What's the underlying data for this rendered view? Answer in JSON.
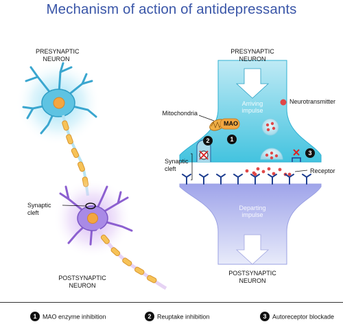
{
  "title": "Mechanism of action of antidepressants",
  "left": {
    "presynaptic": "PRESYNAPTIC\nNEURON",
    "synaptic_cleft": "Synaptic\ncleft",
    "postsynaptic": "POSTSYNAPTIC\nNEURON"
  },
  "right": {
    "presynaptic": "PRESYNAPTIC\nNEURON",
    "arriving": "Arriving\nimpulse",
    "neurotransmitter": "Neurotransmitter",
    "mitochondria": "Mitochondria",
    "mao": "MAO",
    "synaptic_cleft": "Synaptic\ncleft",
    "receptor": "Receptor",
    "departing": "Departing\nimpulse",
    "postsynaptic": "POSTSYNAPTIC\nNEURON"
  },
  "markers": [
    "1",
    "2",
    "3"
  ],
  "legend": [
    {
      "num": "1",
      "label": "MAO enzyme inhibition"
    },
    {
      "num": "2",
      "label": "Reuptake inhibition"
    },
    {
      "num": "3",
      "label": "Autoreceptor blockade"
    }
  ],
  "colors": {
    "title": "#3a56a8",
    "presynaptic_fill": "#43c3df",
    "postsynaptic_fill": "#b7b7ee",
    "neurotransmitter": "#e04848",
    "axon": "#f0b040"
  }
}
